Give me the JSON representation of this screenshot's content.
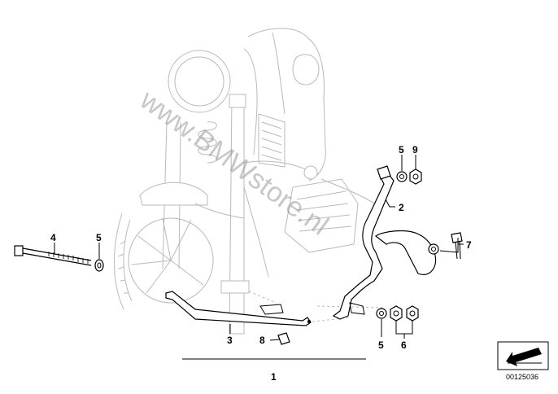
{
  "watermark": "www.BMWstore.nl",
  "part_number": "00125036",
  "callouts": {
    "c1": "1",
    "c2": "2",
    "c3": "3",
    "c4": "4",
    "c5_top": "5",
    "c5_left": "5",
    "c5_bottom": "5",
    "c6": "6",
    "c7": "7",
    "c8": "8",
    "c9": "9"
  },
  "icons": {
    "direction_badge": "arrow-direction-icon"
  }
}
